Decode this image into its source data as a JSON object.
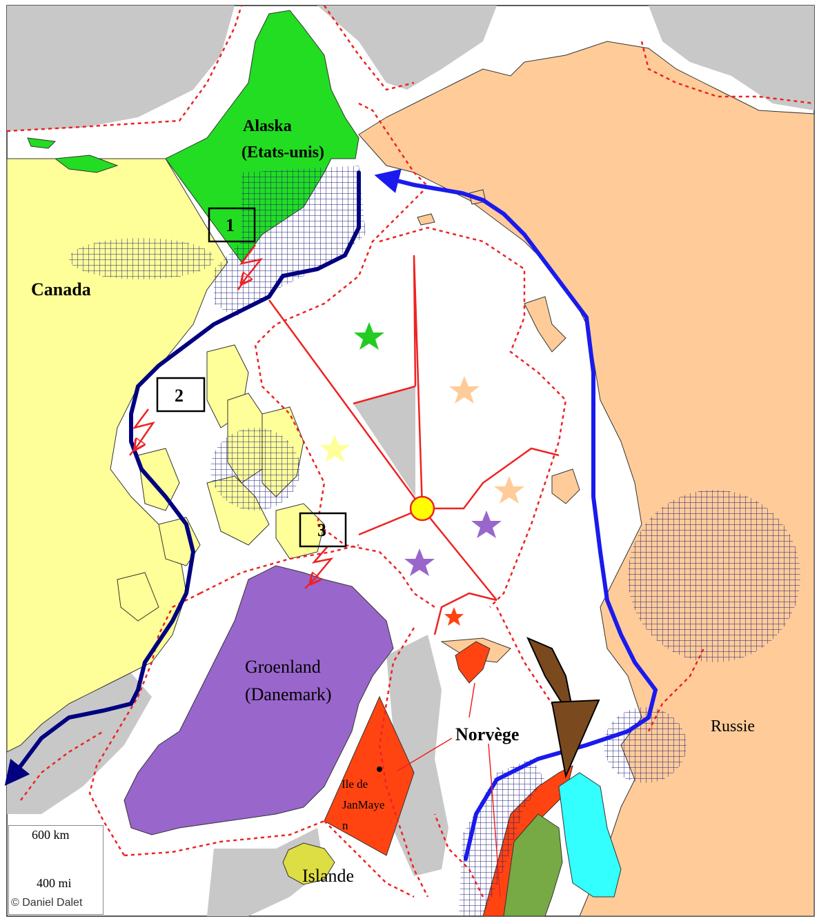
{
  "map": {
    "labels": {
      "alaska_1": "Alaska",
      "alaska_2": "(Etats-unis)",
      "canada": "Canada",
      "groenland_1": "Groenland",
      "groenland_2": "(Danemark)",
      "norvege": "Norvège",
      "russie": "Russie",
      "islande": "Islande",
      "jan_mayen_1": "Ile de",
      "jan_mayen_2": "JanMaye",
      "jan_mayen_3": "n"
    },
    "markers": [
      "1",
      "2",
      "3"
    ],
    "scale": {
      "km": "600 km",
      "mi": "400 mi",
      "credit": "© Daniel Dalet"
    },
    "colors": {
      "alaska": "#22dd22",
      "canada": "#ffff99",
      "greenland": "#9966cc",
      "norway": "#ff4411",
      "russia": "#ffcc99",
      "finland": "#33ffff",
      "sweden": "#77aa44",
      "iceland": "#dddd44",
      "other_land": "#c8c8c8",
      "boundary": "#ee2222",
      "route_northwest": "#000080",
      "route_northeast": "#1a1aee",
      "pole": "#ffff00",
      "brown_arrow": "#7a4a1e"
    },
    "icons": [
      "star-icon",
      "lightning-icon",
      "arrow-icon"
    ]
  }
}
